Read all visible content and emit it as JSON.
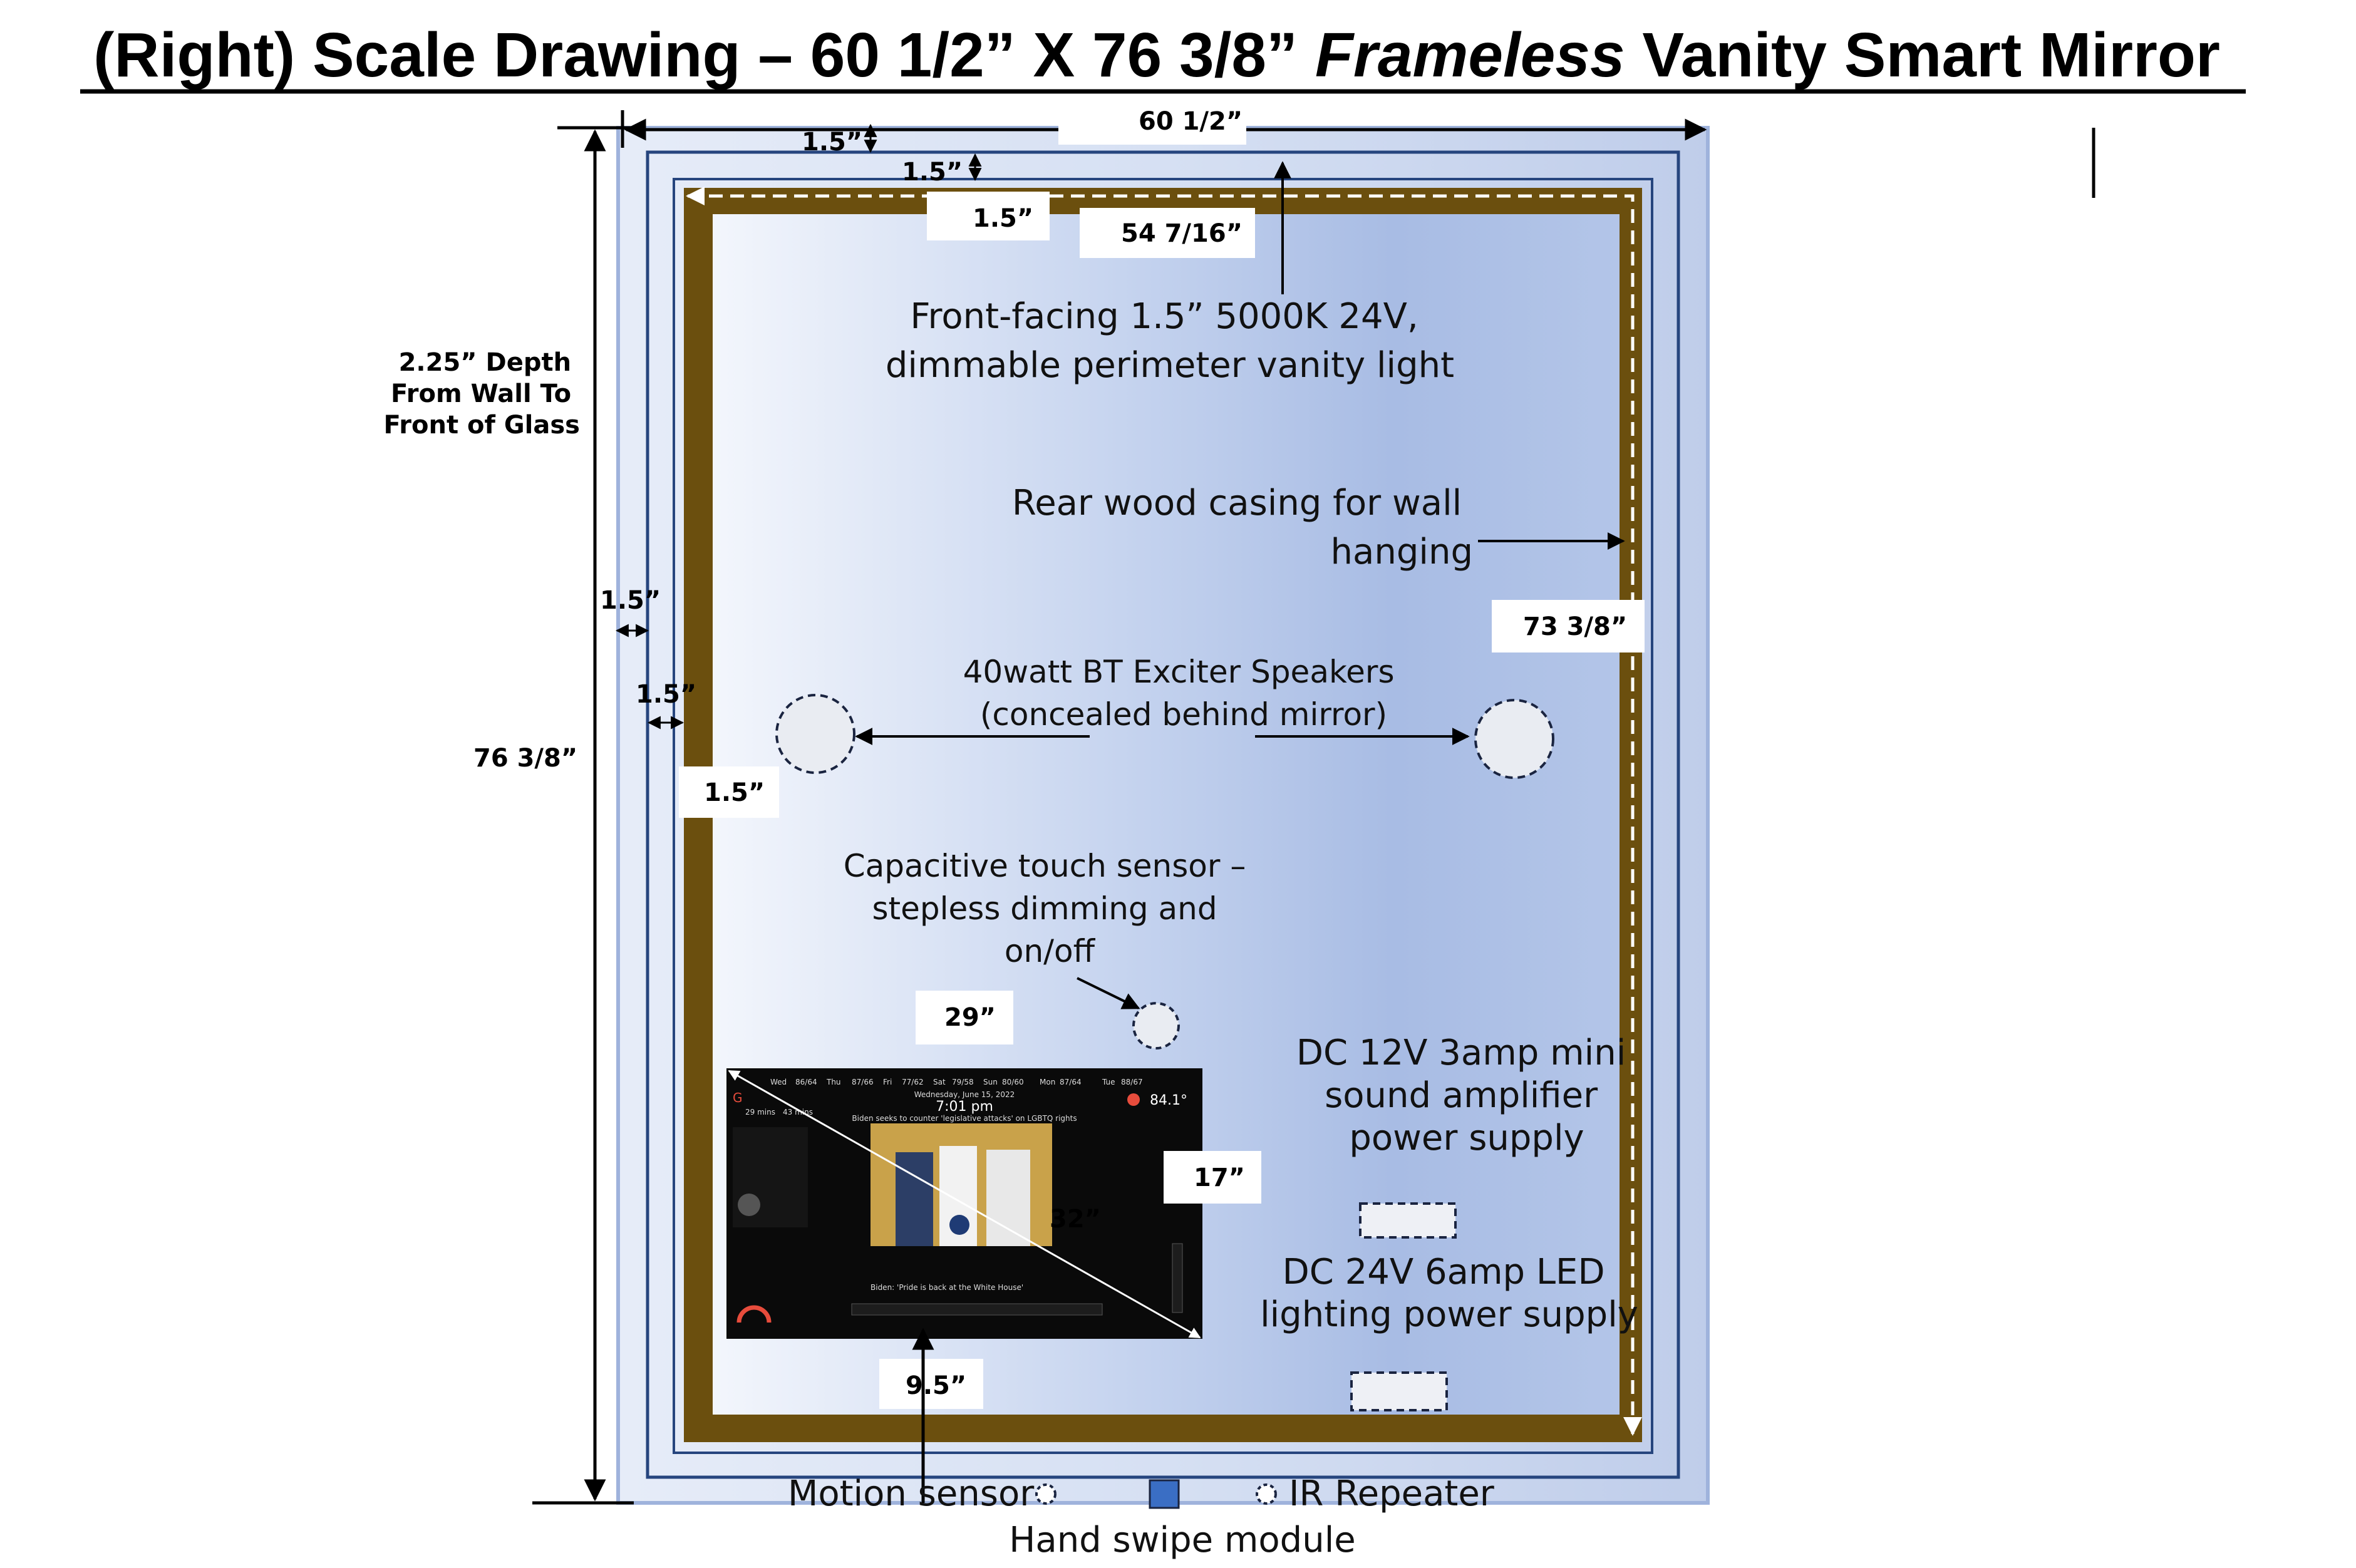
{
  "title": {
    "part1": "(Right) Scale Drawing – 60 1/2” X 76 3/8” ",
    "part2": "Frameless",
    "part3": " Vanity Smart Mirror"
  },
  "dimensions": {
    "overall_width": "60 1/2”",
    "overall_height": "76 3/8”",
    "inner_width": "54 7/16”",
    "inner_height": "73 3/8”",
    "border_a": "1.5”",
    "border_b": "1.5”",
    "border_c": "1.5”",
    "side_a": "1.5”",
    "side_b": "1.5”",
    "side_c": "1.5”",
    "display_width": "29”",
    "display_height": "17”",
    "display_diagonal": "32”",
    "display_offset": "9.5”"
  },
  "depth_note": [
    "2.25” Depth",
    "From Wall To",
    "Front of Glass"
  ],
  "annotations": {
    "vanity_light": [
      "Front-facing 1.5” 5000K 24V,",
      "dimmable perimeter vanity light"
    ],
    "wood_casing": [
      "Rear wood casing for wall",
      "hanging"
    ],
    "speakers": [
      "40watt BT Exciter Speakers",
      "(concealed behind mirror)"
    ],
    "touch_sensor": [
      "Capacitive touch sensor –",
      "stepless dimming and",
      "on/off"
    ],
    "amp_supply": [
      "DC 12V 3amp mini",
      "sound amplifier",
      "power supply"
    ],
    "led_supply": [
      "DC 24V 6amp LED",
      "lighting power supply"
    ],
    "motion_sensor": "Motion sensor",
    "ir_repeater": "IR Repeater",
    "hand_swipe": "Hand swipe module"
  },
  "display_screen": {
    "weather": [
      "Wed",
      "86/64",
      "Thu",
      "87/66",
      "Fri",
      "77/62",
      "Sat",
      "79/58",
      "Sun",
      "80/60",
      "Mon",
      "87/64",
      "Tue",
      "88/67"
    ],
    "date": "Wednesday, June 15, 2022",
    "time": "7:01 pm",
    "headline": "Biden seeks to counter 'legislative attacks' on LGBTQ rights",
    "temperature": "84.1°",
    "ticker": "Biden: 'Pride is back at the White House'",
    "commute": [
      "29 mins",
      "43 mins"
    ]
  },
  "colors": {
    "wood": "#6b4f0e",
    "outer_frame": "#c5d2ec",
    "outer_stroke": "#9fb3dc",
    "inner_line": "#26457e",
    "glass_light": "#eef2fb",
    "glass_dark": "#a9bde4",
    "amp_square": "#3a6ec4"
  }
}
